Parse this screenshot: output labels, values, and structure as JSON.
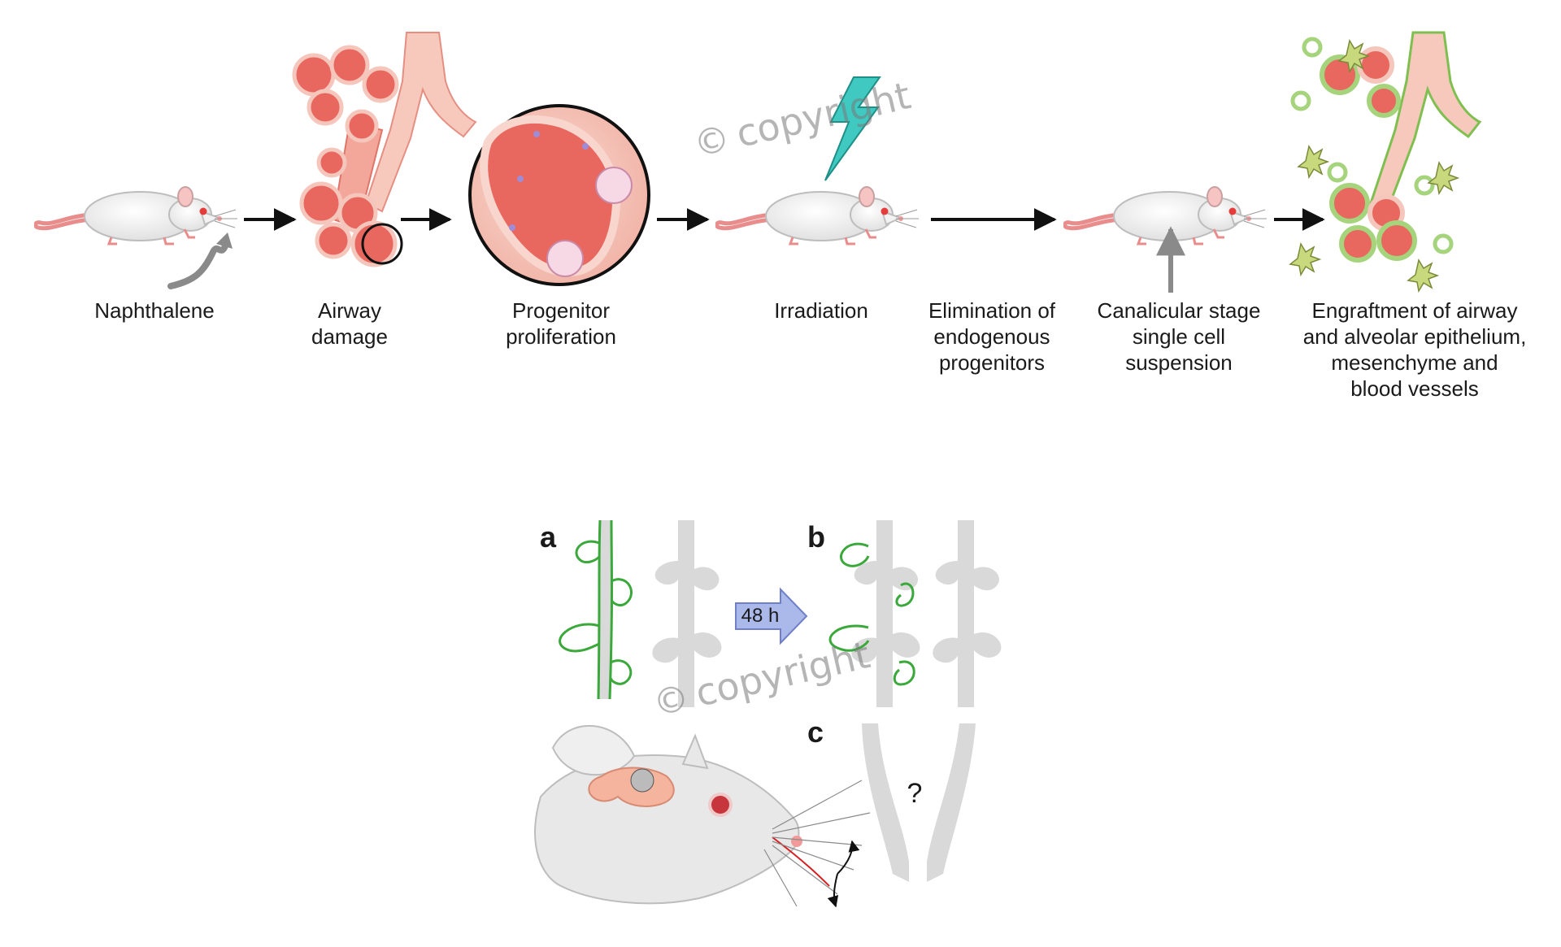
{
  "top_panel": {
    "steps": [
      {
        "label": "Naphthalene"
      },
      {
        "label": "Airway\ndamage"
      },
      {
        "label": "Progenitor\nproliferation"
      },
      {
        "label": "Irradiation"
      },
      {
        "label": "Elimination of\nendogenous\nprogenitors"
      },
      {
        "label": "Canalicular stage\nsingle cell\nsuspension"
      },
      {
        "label": "Engraftment of airway\nand alveolar epithelium,\nmesenchyme and\nblood vessels"
      }
    ]
  },
  "bottom_panel": {
    "panel_a": "a",
    "panel_b": "b",
    "panel_c": "c",
    "arrow_label": "48 h",
    "question_mark": "?"
  },
  "watermark": {
    "symbol": "©",
    "text": "copyright"
  },
  "colors": {
    "tissue_red": "#e8675f",
    "tissue_pink": "#f6c6bc",
    "gray_branch": "#d9d9d9",
    "green_outline": "#3aa83a",
    "bolt_teal": "#3fc9c0",
    "arrow_blue": "#aab8ea"
  },
  "icons": [
    "mouse-icon",
    "airway-icon",
    "magnified-alveolus-icon",
    "lightning-bolt-icon",
    "arrow-icon",
    "rat-head-icon"
  ]
}
